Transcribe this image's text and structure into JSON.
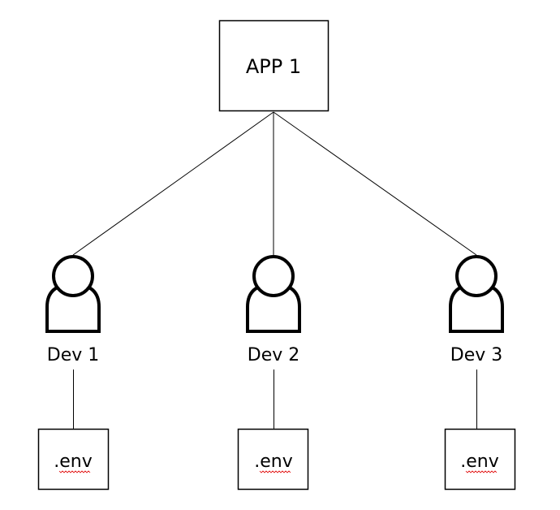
{
  "app": {
    "label": "APP 1"
  },
  "developers": [
    {
      "label": "Dev 1",
      "env_label": ".env",
      "icon": "person-icon"
    },
    {
      "label": "Dev 2",
      "env_label": ".env",
      "icon": "person-icon"
    },
    {
      "label": "Dev 3",
      "env_label": ".env",
      "icon": "person-icon"
    }
  ],
  "colors": {
    "stroke": "#000000",
    "background": "#ffffff",
    "spellcheck_underline": "#e00000"
  }
}
